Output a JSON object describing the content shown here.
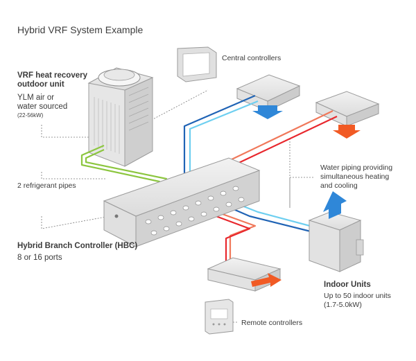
{
  "title": "Hybrid VRF System Example",
  "outdoor": {
    "heading_line1": "VRF heat recovery",
    "heading_line2": "outdoor unit",
    "desc_line1": "YLM air or",
    "desc_line2": "water sourced",
    "range": "(22-56kW)"
  },
  "pipes_label": "2 refrigerant pipes",
  "hbc": {
    "heading": "Hybrid Branch Controller (HBC)",
    "ports": "8 or 16 ports"
  },
  "central_controllers": "Central controllers",
  "water_piping": {
    "line1": "Water piping providing",
    "line2": "simultaneous heating",
    "line3": "and cooling"
  },
  "indoor": {
    "heading": "Indoor Units",
    "line1": "Up to 50 indoor units",
    "line2": "(1.7-5.0kW)"
  },
  "remote_controllers": "Remote controllers",
  "colors": {
    "refrigerant_green": "#8cc63f",
    "hot_red": "#e8272d",
    "hot_light": "#f0785a",
    "cold_blue": "#1f63b5",
    "cold_light": "#6ecff0",
    "cool_arrow": "#2f87d8",
    "warm_arrow": "#f15a24",
    "unit_grey": "#d8d8d8"
  }
}
